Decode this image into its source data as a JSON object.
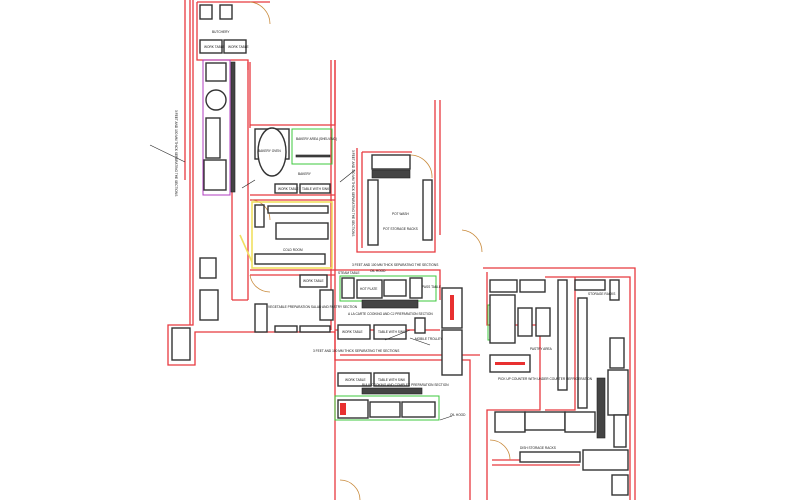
{
  "plan": {
    "rooms": {
      "butchery": "BUTCHERY",
      "bakery": "BAKERY",
      "bakery_oven": "BAKERY OVEN",
      "bakery_area": "BAKERY AREA (SHELVING)",
      "cold_room": "COLD ROOM",
      "pot_wash": "POT WASH",
      "pot_storage_racks": "POT STORAGE RACKS",
      "veg_prep": "VEGETABLE PREPARATION SALAD AND PASTRY SECTION",
      "a_la_carte": "A LA CARTE COOKING AND CJ PREPARATION SECTION",
      "bulk_cooking": "BULK COOKING AND COMPLEX PREPARATION SECTION",
      "pastry_area": "PASTRY AREA",
      "dish_storage": "DISH STORAGE RACKS",
      "pick_up_counter": "PICK UP COUNTER WITH UNDER COUNTER REFRIGERATION",
      "mobile_trolley": "MOBILE TROLLEY"
    },
    "equipment": {
      "work_table": "WORK TABLE",
      "table_with_sink": "TABLE WITH SINK",
      "hot_plate": "HOT PLATE",
      "steam_table": "STEAM TABLE",
      "oil_hood": "OIL HOOD",
      "pass_table": "PASS TABLE",
      "storage_racks": "STORAGE RACKS"
    },
    "notes": {
      "separator_1": "3 FEET AND 100 MM THICK SEPARATING THE SECTIONS",
      "separator_2": "3 FEET AND 100 MM THICK SEPARATING THE SECTIONS",
      "separator_3": "3 FEET AND 100 MM THICK SEPARATING THE SECTIONS",
      "separator_4": "3 FEET AND 100 MM THICK SEPARATING THE SECTIONS"
    }
  }
}
